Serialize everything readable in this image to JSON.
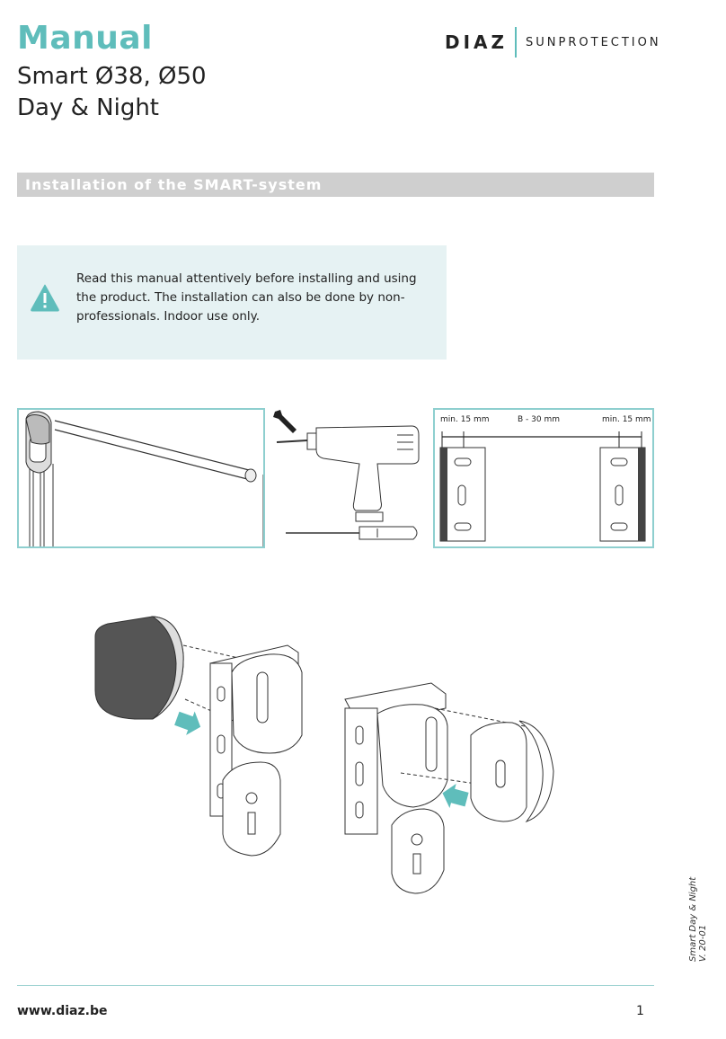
{
  "header": {
    "title": "Manual",
    "subtitle_line1": "Smart Ø38, Ø50",
    "subtitle_line2": "Day & Night",
    "brand_name": "DIAZ",
    "brand_sub": "SUNPROTECTION"
  },
  "section": {
    "title": "Installation of the SMART-system"
  },
  "notice": {
    "icon": "warning-icon",
    "text": "Read this manual attentively before installing and using the product. The installation can also be done by non-professionals. Indoor use only."
  },
  "dimensions": {
    "left": "min. 15 mm",
    "middle": "B - 30 mm",
    "right": "min. 15 mm"
  },
  "side_note": {
    "line1": "Smart Day & Night",
    "line2": "V. 20-01"
  },
  "footer": {
    "url": "www.diaz.be",
    "page": "1"
  },
  "colors": {
    "accent": "#5fbdbb",
    "bar": "#cfcfcf",
    "notice_bg": "#e6f2f3"
  }
}
